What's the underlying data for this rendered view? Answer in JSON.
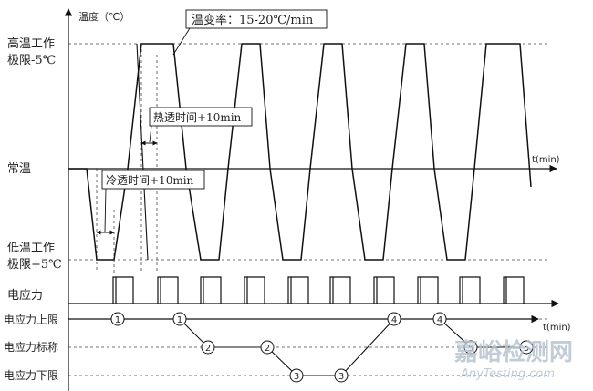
{
  "labels": {
    "y_axis_title": "温度（℃）",
    "rate": "温变率：15-20℃/min",
    "high_limit_line1": "高温工作",
    "high_limit_line2": "极限-5℃",
    "room_temp": "常温",
    "low_limit_line1": "低温工作",
    "low_limit_line2": "极限+5℃",
    "soak_hot": "热透时间+10min",
    "soak_cold": "冷透时间+10min",
    "time_axis": "t(min)",
    "time_axis_bottom": "t(min)",
    "stress": "电应力",
    "stress_upper": "电应力上限",
    "stress_nominal": "电应力标称",
    "stress_lower": "电应力下限"
  },
  "markers": [
    {
      "label": "1"
    },
    {
      "label": "1"
    },
    {
      "label": "2"
    },
    {
      "label": "2"
    },
    {
      "label": "3"
    },
    {
      "label": "3"
    },
    {
      "label": "4"
    },
    {
      "label": "4"
    },
    {
      "label": "5"
    },
    {
      "label": "5"
    }
  ],
  "watermark": {
    "cn": "嘉峪检测网",
    "en": "AnyTesting.com"
  },
  "colors": {
    "line": "#111111",
    "dashed": "#333333",
    "watermark": "#b8c4d0"
  }
}
